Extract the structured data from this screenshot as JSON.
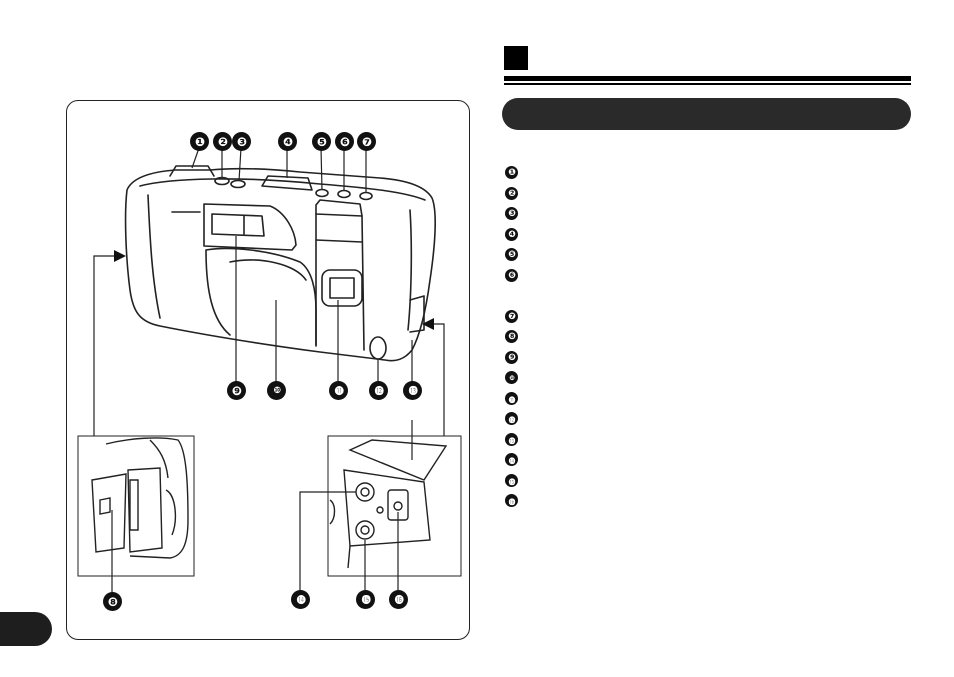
{
  "figure": {
    "callouts": [
      {
        "id": 1,
        "label": "❶"
      },
      {
        "id": 2,
        "label": "❷"
      },
      {
        "id": 3,
        "label": "❸"
      },
      {
        "id": 4,
        "label": "❹"
      },
      {
        "id": 5,
        "label": "❺"
      },
      {
        "id": 6,
        "label": "❻"
      },
      {
        "id": 7,
        "label": "❼"
      },
      {
        "id": 8,
        "label": "❽"
      },
      {
        "id": 9,
        "label": "❾"
      },
      {
        "id": 10,
        "label": "❿"
      },
      {
        "id": 11,
        "label": "⓫"
      },
      {
        "id": 12,
        "label": "⓬"
      },
      {
        "id": 13,
        "label": "⓭"
      },
      {
        "id": 14,
        "label": "⓮"
      },
      {
        "id": 15,
        "label": "⓯"
      },
      {
        "id": 16,
        "label": "⓰"
      }
    ]
  },
  "parts_list": [
    "❶",
    "❷",
    "❸",
    "❹",
    "❺",
    "❻",
    "❼",
    "❽",
    "❾",
    "❿",
    "⓫",
    "⓬",
    "⓭",
    "⓮",
    "⓯",
    "⓰"
  ],
  "colors": {
    "ink": "#111111",
    "pill": "#2a2a2a",
    "tab": "#1e1e1e"
  }
}
